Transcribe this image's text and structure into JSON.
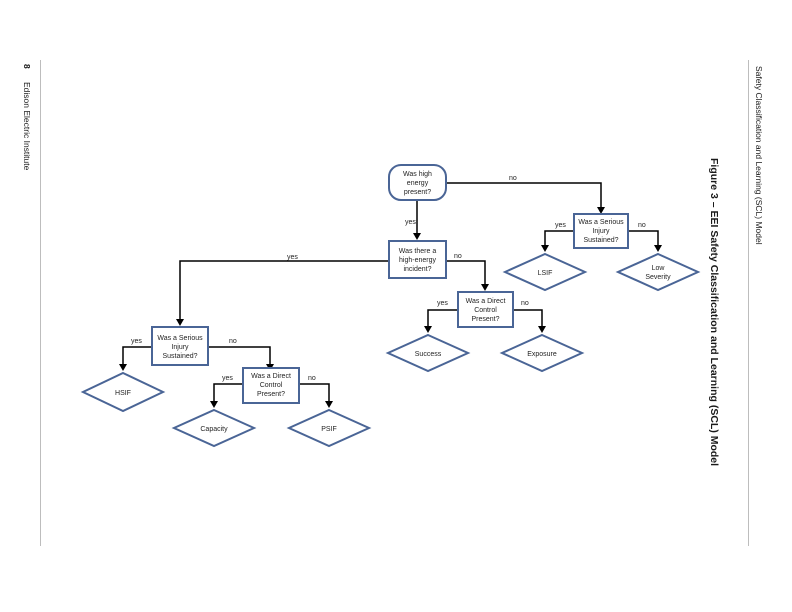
{
  "header": {
    "right_running_title": "Safety Classification and Learning (SCL) Model",
    "figure_caption": "Figure 3 – EEI Safety Classification and Learning (SCL) Model",
    "left_page_number": "8",
    "left_running_title": "Edison Electric Institute"
  },
  "diagram": {
    "nodes": {
      "start": [
        "Was high",
        "energy",
        "present?"
      ],
      "incident": [
        "Was there a",
        "high-energy",
        "incident?"
      ],
      "serious_right": [
        "Was a Serious",
        "Injury",
        "Sustained?"
      ],
      "serious_left": [
        "Was a Serious",
        "Injury",
        "Sustained?"
      ],
      "control_mid": [
        "Was a Direct",
        "Control",
        "Present?"
      ],
      "control_left": [
        "Was a Direct",
        "Control",
        "Present?"
      ],
      "lsif": [
        "LSIF"
      ],
      "low_severity": [
        "Low",
        "Severity"
      ],
      "success": [
        "Success"
      ],
      "exposure": [
        "Exposure"
      ],
      "hsif": [
        "HSIF"
      ],
      "capacity": [
        "Capacity"
      ],
      "psif": [
        "PSIF"
      ]
    },
    "edge_labels": {
      "start_no": "no",
      "start_yes": "yes",
      "serious_right_yes": "yes",
      "serious_right_no": "no",
      "incident_yes": "yes",
      "incident_no": "no",
      "control_mid_yes": "yes",
      "control_mid_no": "no",
      "serious_left_yes": "yes",
      "serious_left_no": "no",
      "control_left_yes": "yes",
      "control_left_no": "no"
    }
  }
}
